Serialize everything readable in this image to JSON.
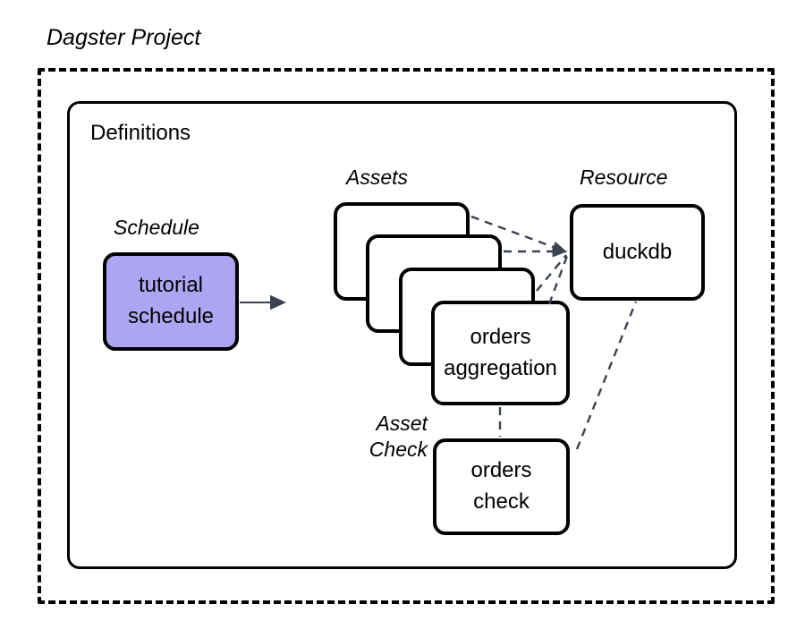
{
  "diagram": {
    "title": "Dagster Project",
    "container": {
      "label": "Definitions"
    },
    "groups": [
      {
        "key": "schedule",
        "label": "Schedule"
      },
      {
        "key": "assets",
        "label": "Assets"
      },
      {
        "key": "resource",
        "label": "Resource"
      },
      {
        "key": "asset_check",
        "label": "Asset\nCheck"
      }
    ],
    "nodes": {
      "schedule": {
        "label_line1": "tutorial",
        "label_line2": "schedule",
        "fill": "#ada5f2",
        "stroke": "#000000"
      },
      "asset_stack": {
        "count": 4,
        "visible_label_line1": "orders",
        "visible_label_line2": "aggregation",
        "fill": "#ffffff",
        "stroke": "#000000"
      },
      "resource": {
        "label": "duckdb",
        "fill": "#ffffff",
        "stroke": "#000000"
      },
      "asset_check": {
        "label_line1": "orders",
        "label_line2": "check",
        "fill": "#ffffff",
        "stroke": "#000000"
      }
    },
    "edges": [
      {
        "from": "schedule",
        "to": "assets",
        "style": "solid-arrow",
        "color": "#3b4252"
      },
      {
        "from": "asset-card-1",
        "to": "resource",
        "style": "dashed",
        "color": "#3b4252"
      },
      {
        "from": "asset-card-2",
        "to": "resource",
        "style": "dashed",
        "color": "#3b4252"
      },
      {
        "from": "asset-card-3",
        "to": "resource",
        "style": "dashed",
        "color": "#3b4252"
      },
      {
        "from": "asset-card-4",
        "to": "resource",
        "style": "dashed",
        "color": "#3b4252"
      },
      {
        "from": "asset_check",
        "to": "resource",
        "style": "dashed",
        "color": "#3b4252"
      },
      {
        "from": "asset_stack",
        "to": "asset_check",
        "style": "dashed",
        "color": "#3b4252"
      }
    ],
    "colors": {
      "background": "#ffffff",
      "outline": "#000000",
      "schedule_fill": "#ada5f2",
      "connector": "#3b4252"
    }
  }
}
